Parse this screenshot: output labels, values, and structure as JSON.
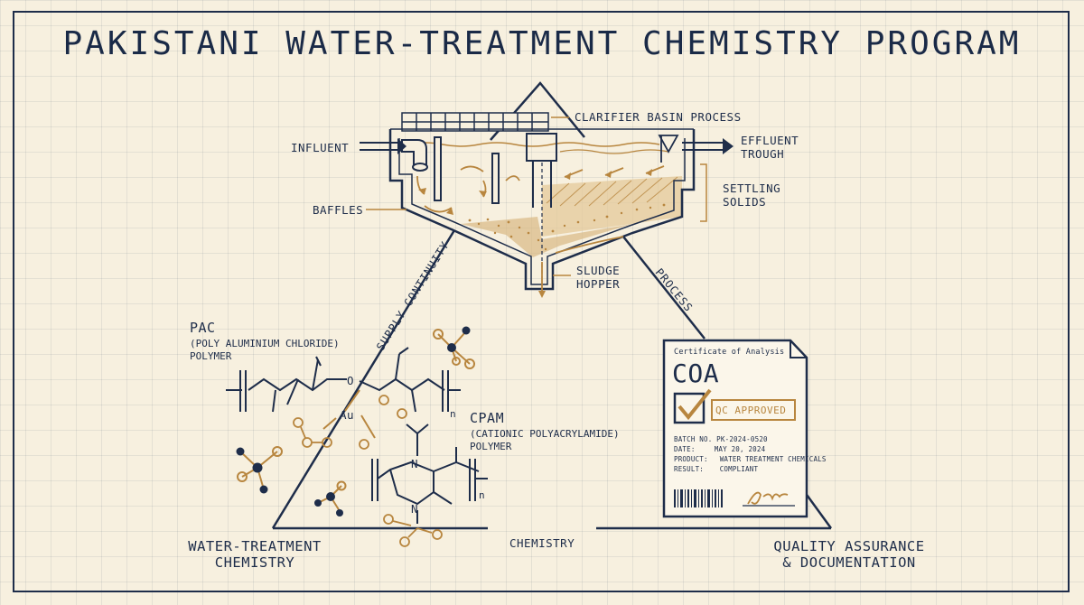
{
  "title": "PAKISTANI WATER-TREATMENT CHEMISTRY PROGRAM",
  "clarifier": {
    "title": "CLARIFIER BASIN PROCESS",
    "influent": "INFLUENT",
    "baffles": "BAFFLES",
    "effluent_line1": "EFFLUENT",
    "effluent_line2": "TROUGH",
    "settling_line1": "SETTLING",
    "settling_line2": "SOLIDS",
    "sludge_line1": "SLUDGE",
    "sludge_line2": "HOPPER"
  },
  "triangle": {
    "left_edge": "SUPPLY CONTINUITY",
    "right_edge": "PROCESS",
    "bottom_edge": "CHEMISTRY",
    "corner_left_line1": "WATER-TREATMENT",
    "corner_left_line2": "CHEMISTRY",
    "corner_right_line1": "QUALITY ASSURANCE",
    "corner_right_line2": "& DOCUMENTATION"
  },
  "pac": {
    "name": "PAC",
    "sub": "(POLY ALUMINIUM CHLORIDE)",
    "type": "POLYMER",
    "atom_o": "O",
    "atom_au": "Au",
    "subscript": "n"
  },
  "cpam": {
    "name": "CPAM",
    "sub": "(CATIONIC POLYACRYLAMIDE)",
    "type": "POLYMER",
    "atom_n": "N",
    "atom_n2": "N",
    "subscript": "n"
  },
  "coa": {
    "header": "Certificate of Analysis",
    "title": "COA",
    "stamp": "QC APPROVED",
    "rows": [
      {
        "label": "BATCH NO.",
        "value": "PK-2024-0520"
      },
      {
        "label": "DATE:",
        "value": "MAY 20, 2024"
      },
      {
        "label": "PRODUCT:",
        "value": "WATER TREATMENT CHEMICALS"
      },
      {
        "label": "RESULT:",
        "value": "COMPLIANT"
      }
    ]
  },
  "colors": {
    "ink": "#1e2d4a",
    "accent": "#b8863f",
    "paper": "#f7f0df"
  }
}
